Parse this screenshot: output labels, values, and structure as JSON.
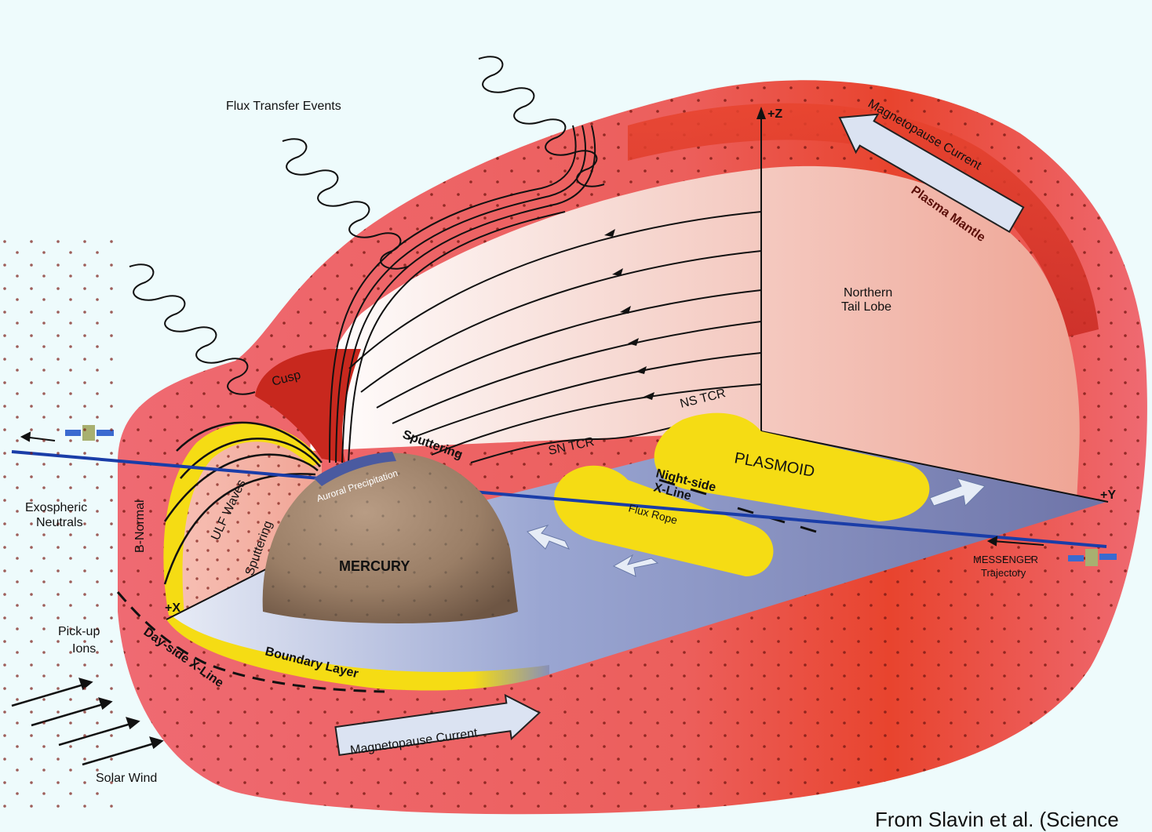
{
  "labels": {
    "flux_transfer_events": "Flux Transfer Events",
    "magnetopause_current_top": "Magnetopause Current",
    "magnetopause_current_bottom": "Magnetopause Current",
    "plasma_mantle": "Plasma Mantle",
    "northern_tail_lobe_line1": "Northern",
    "northern_tail_lobe_line2": "Tail Lobe",
    "cusp": "Cusp",
    "ns_tcr": "NS TCR",
    "sn_tcr": "SN TCR",
    "plasmoid": "PLASMOID",
    "night_side_x_line_line1": "Night-side",
    "night_side_x_line_line2": "X-Line",
    "flux_rope": "Flux Rope",
    "sputtering_top": "Sputtering",
    "sputtering_left": "Sputtering",
    "auroral_precipitation": "Auroral Precipitation",
    "ulf_waves": "ULF Waves",
    "b_normal": "B-Normal",
    "mercury": "MERCURY",
    "exospheric_neutrals_line1": "Exospheric",
    "exospheric_neutrals_line2": "Neutrals",
    "pick_up_ions_line1": "Pick-up",
    "pick_up_ions_line2": "Ions",
    "solar_wind": "Solar Wind",
    "day_side_x_line": "Day-side X-Line",
    "boundary_layer": "Boundary Layer",
    "messenger_trajectory_line1": "MESSENGER",
    "messenger_trajectory_line2": "Trajectory",
    "axis_z": "+Z",
    "axis_y": "+Y",
    "axis_x": "+X"
  },
  "caption": "From Slavin et al. (Science",
  "colors": {
    "background": "#eefbfc",
    "magnetopause_red": "#ee6470",
    "magnetopause_dark": "#d9382c",
    "tail_lobe_pink": "#f2b0a4",
    "cusp_red": "#c8281e",
    "plasma_sheet_blue": "#7e8cc0",
    "plasmoid_yellow": "#f5dc14",
    "trajectory_blue": "#1a3da8",
    "mercury_brown": "#9c8068"
  },
  "icons": [
    "spacecraft-icon",
    "arrow-icon"
  ]
}
